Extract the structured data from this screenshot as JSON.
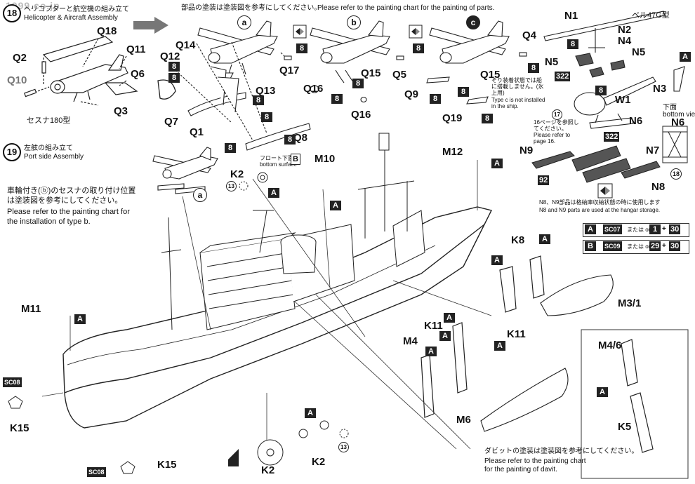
{
  "watermark": "1999.co.jp",
  "step18": {
    "number": "18",
    "title_jp": "ヘリコプターと航空機の組み立て",
    "title_en": "Helicopter & Aircraft Assembly"
  },
  "header_note": {
    "jp": "部品の塗装は塗装図を参考にしてください。",
    "en": "Please refer to the painting chart for the painting of parts."
  },
  "variant_labels": [
    "a",
    "b",
    "c"
  ],
  "cessna_caption": "セスナ180型",
  "bell_caption": "ベル47G型",
  "bottom_view": {
    "jp": "下面",
    "en": "bottom view"
  },
  "float_bottom": {
    "jp": "フロート下面",
    "en": "bottom surface"
  },
  "type_c_note": {
    "jp": "そり装着状態では船に搭載しません。(氷上用)",
    "en": "Type c is not installed in the ship."
  },
  "page16_note": {
    "circled": "17",
    "jp": "16ページを参照してください。",
    "en": "Please refer to page 16."
  },
  "hangar_note": {
    "jp": "N8、N9部品は格納庫収納状態の時に使用します",
    "en": "N8 and N9 parts are used at the hangar storage."
  },
  "step19": {
    "number": "19",
    "title_jp": "左舷の組み立て",
    "title_en": "Port side Assembly"
  },
  "wheel_note": {
    "jp1": "車輪付き(ⓑ)のセスナの取り付け位置",
    "jp2": "は塗装図を参考にしてください。",
    "en1": "Please refer to the painting chart for",
    "en2": "the installation of type b."
  },
  "davit_note": {
    "jp": "ダビットの塗装は塗装図を参考にしてください。",
    "en1": "Please refer to the painting chart",
    "en2": "for the painting of davit."
  },
  "legend": [
    {
      "key": "A",
      "code": "SC07",
      "or": "または or",
      "v1": "1",
      "plus": "+",
      "v2": "30"
    },
    {
      "key": "B",
      "code": "SC09",
      "or": "または or",
      "v1": "29",
      "plus": "+",
      "v2": "30"
    }
  ],
  "parts": {
    "Q18": "Q18",
    "Q2": "Q2",
    "Q11": "Q11",
    "Q6": "Q6",
    "Q10": "Q10",
    "Q3": "Q3",
    "Q14": "Q14",
    "Q12": "Q12",
    "Q7": "Q7",
    "Q1": "Q1",
    "Q13": "Q13",
    "Q8": "Q8",
    "Q17": "Q17",
    "Q16a": "Q16",
    "Q15a": "Q15",
    "Q5": "Q5",
    "Q16b": "Q16",
    "Q4": "Q4",
    "Q9": "Q9",
    "Q15b": "Q15",
    "Q19": "Q19",
    "N1": "N1",
    "N2": "N2",
    "N4": "N4",
    "N5a": "N5",
    "N5b": "N5",
    "N3": "N3",
    "W1": "W1",
    "N6a": "N6",
    "N6b": "N6",
    "N9": "N9",
    "N7": "N7",
    "N8": "N8",
    "M10": "M10",
    "M12": "M12",
    "K2a": "K2",
    "K8": "K8",
    "M31": "M3/1",
    "M11": "M11",
    "K11a": "K11",
    "K11b": "K11",
    "M4": "M4",
    "M46": "M4/6",
    "M6": "M6",
    "K5": "K5",
    "K15a": "K15",
    "K15b": "K15",
    "K2b": "K2",
    "K2c": "K2"
  },
  "paint_boxes": {
    "b8": "8",
    "b322": "322",
    "b92": "92",
    "A": "A",
    "B": "B",
    "SC08": "SC08",
    "c13": "13",
    "c18": "18"
  }
}
